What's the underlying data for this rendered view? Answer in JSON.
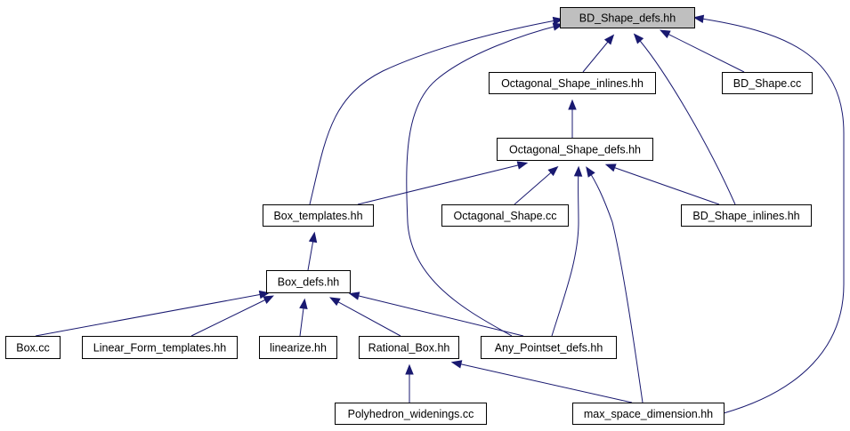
{
  "diagram": {
    "nodes": [
      {
        "id": "bd_shape_defs",
        "label": "BD_Shape_defs.hh",
        "root": true
      },
      {
        "id": "octagonal_shape_inlines",
        "label": "Octagonal_Shape_inlines.hh"
      },
      {
        "id": "bd_shape_cc",
        "label": "BD_Shape.cc"
      },
      {
        "id": "octagonal_shape_defs",
        "label": "Octagonal_Shape_defs.hh"
      },
      {
        "id": "box_templates",
        "label": "Box_templates.hh"
      },
      {
        "id": "octagonal_shape_cc",
        "label": "Octagonal_Shape.cc"
      },
      {
        "id": "bd_shape_inlines",
        "label": "BD_Shape_inlines.hh"
      },
      {
        "id": "box_defs",
        "label": "Box_defs.hh"
      },
      {
        "id": "box_cc",
        "label": "Box.cc"
      },
      {
        "id": "linear_form_templates",
        "label": "Linear_Form_templates.hh"
      },
      {
        "id": "linearize",
        "label": "linearize.hh"
      },
      {
        "id": "rational_box",
        "label": "Rational_Box.hh"
      },
      {
        "id": "any_pointset_defs",
        "label": "Any_Pointset_defs.hh"
      },
      {
        "id": "polyhedron_widenings",
        "label": "Polyhedron_widenings.cc"
      },
      {
        "id": "max_space_dimension",
        "label": "max_space_dimension.hh"
      }
    ],
    "edges": [
      {
        "from": "octagonal_shape_inlines",
        "to": "bd_shape_defs"
      },
      {
        "from": "bd_shape_cc",
        "to": "bd_shape_defs"
      },
      {
        "from": "bd_shape_inlines",
        "to": "bd_shape_defs"
      },
      {
        "from": "box_templates",
        "to": "bd_shape_defs"
      },
      {
        "from": "any_pointset_defs",
        "to": "bd_shape_defs"
      },
      {
        "from": "max_space_dimension",
        "to": "bd_shape_defs"
      },
      {
        "from": "octagonal_shape_defs",
        "to": "octagonal_shape_inlines"
      },
      {
        "from": "box_templates",
        "to": "octagonal_shape_defs"
      },
      {
        "from": "octagonal_shape_cc",
        "to": "octagonal_shape_defs"
      },
      {
        "from": "bd_shape_inlines",
        "to": "octagonal_shape_defs"
      },
      {
        "from": "any_pointset_defs",
        "to": "octagonal_shape_defs"
      },
      {
        "from": "max_space_dimension",
        "to": "octagonal_shape_defs"
      },
      {
        "from": "box_defs",
        "to": "box_templates"
      },
      {
        "from": "box_cc",
        "to": "box_defs"
      },
      {
        "from": "linear_form_templates",
        "to": "box_defs"
      },
      {
        "from": "linearize",
        "to": "box_defs"
      },
      {
        "from": "rational_box",
        "to": "box_defs"
      },
      {
        "from": "any_pointset_defs",
        "to": "box_defs"
      },
      {
        "from": "polyhedron_widenings",
        "to": "rational_box"
      },
      {
        "from": "max_space_dimension",
        "to": "rational_box"
      }
    ],
    "colors": {
      "edge": "#191970",
      "root_fill": "#bfbfbf",
      "node_fill": "#ffffff",
      "node_border": "#000000"
    }
  }
}
